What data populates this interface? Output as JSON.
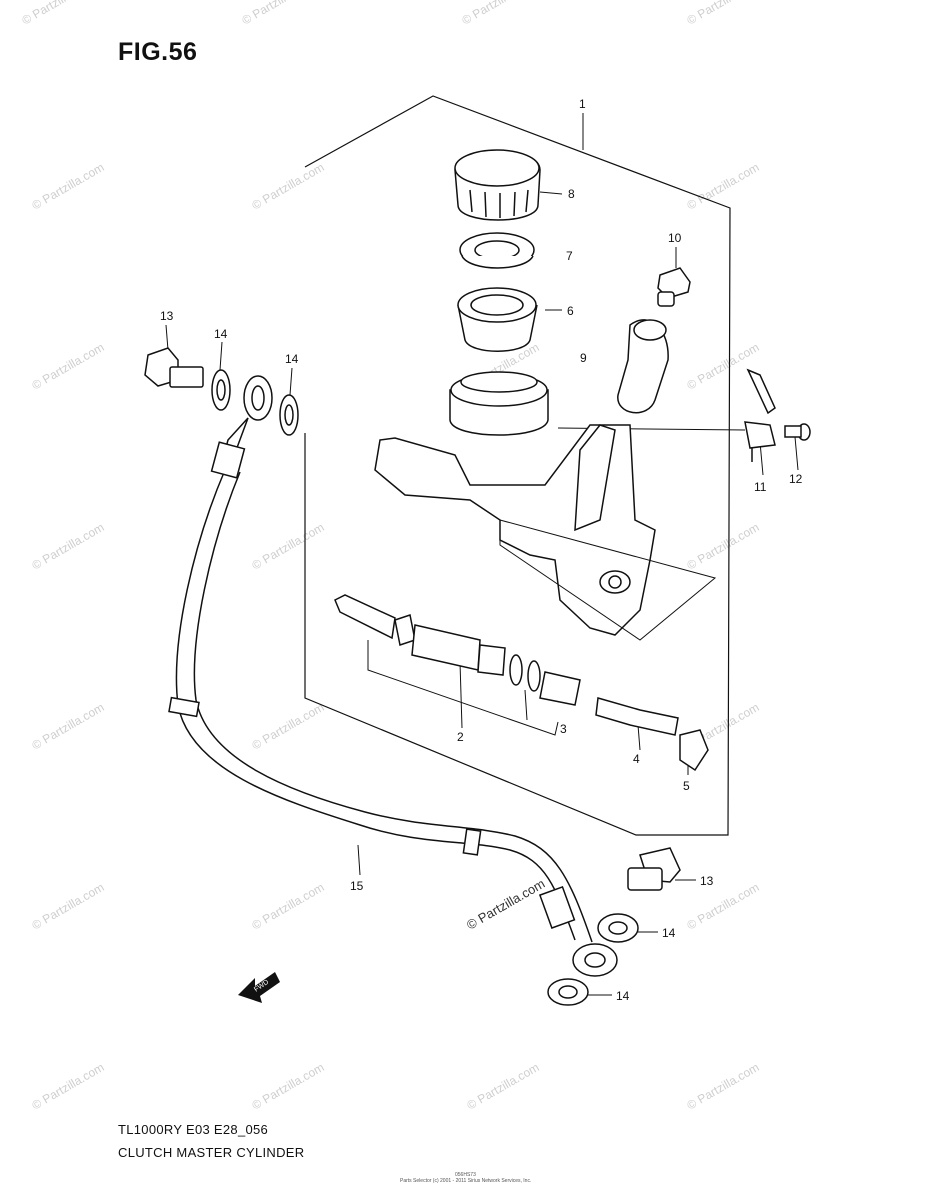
{
  "figure": {
    "title": "FIG.56",
    "model_code": "TL1000RY E03 E28_056",
    "part_title": "CLUTCH MASTER CYLINDER",
    "footer_id": "056HS73",
    "footer_copyright": "Parts Selector (c) 2001 - 2011 Sirius Network Services, Inc.",
    "direction_label": "FWD"
  },
  "watermark": {
    "text": "© Partzilla.com"
  },
  "callouts": [
    {
      "id": "c1",
      "label": "1"
    },
    {
      "id": "c2",
      "label": "2"
    },
    {
      "id": "c3",
      "label": "3"
    },
    {
      "id": "c4",
      "label": "4"
    },
    {
      "id": "c5",
      "label": "5"
    },
    {
      "id": "c6",
      "label": "6"
    },
    {
      "id": "c7",
      "label": "7"
    },
    {
      "id": "c8",
      "label": "8"
    },
    {
      "id": "c9",
      "label": "9"
    },
    {
      "id": "c10",
      "label": "10"
    },
    {
      "id": "c11",
      "label": "11"
    },
    {
      "id": "c12",
      "label": "12"
    },
    {
      "id": "c13a",
      "label": "13"
    },
    {
      "id": "c13b",
      "label": "13"
    },
    {
      "id": "c14a",
      "label": "14"
    },
    {
      "id": "c14b",
      "label": "14"
    },
    {
      "id": "c14c",
      "label": "14"
    },
    {
      "id": "c14d",
      "label": "14"
    },
    {
      "id": "c15",
      "label": "15"
    }
  ]
}
